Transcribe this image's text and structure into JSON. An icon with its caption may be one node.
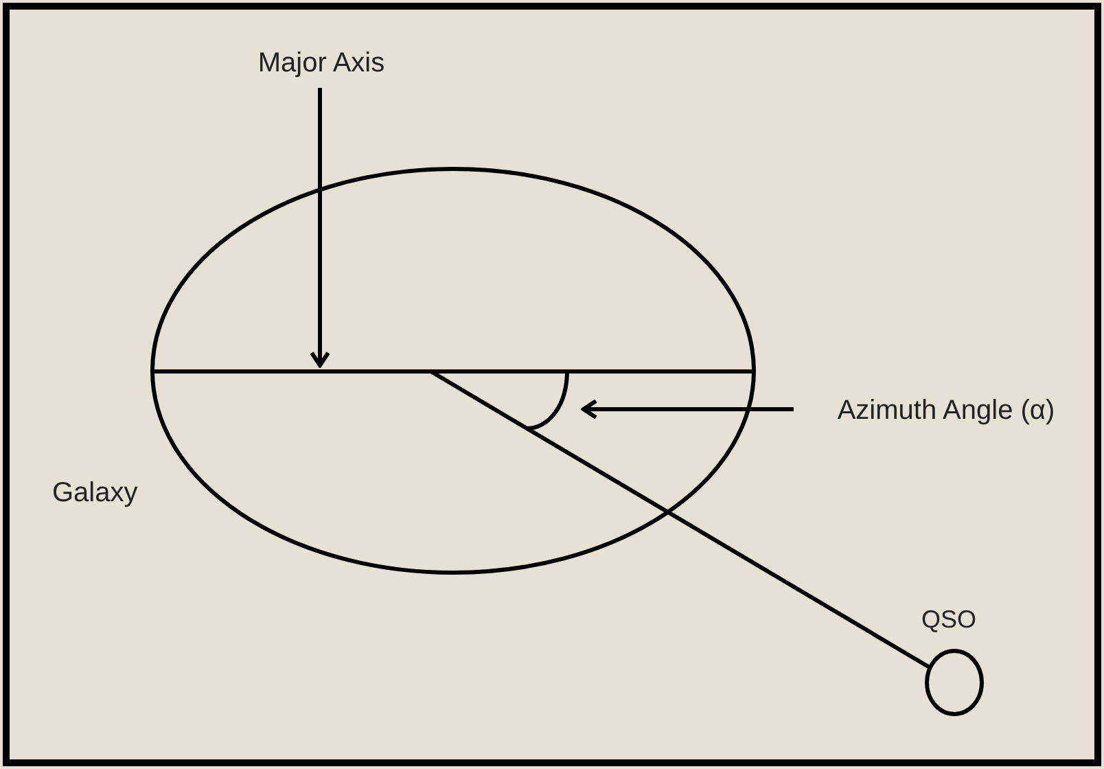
{
  "diagram": {
    "nodes": [
      {
        "text": [
          "Major Axis"
        ]
      },
      {
        "text": [
          "Galaxy"
        ]
      },
      {
        "text": [],
        "shape": "line",
        "in": 1
      },
      {
        "text": [],
        "shape": "arc",
        "in": 1
      },
      {
        "text": [
          "Azimuth Angle (α)"
        ]
      },
      {
        "text": [
          "QSO"
        ]
      }
    ],
    "edges": [
      {
        "from": 0,
        "to": 2,
        "arrow": "to"
      },
      {
        "from": 4,
        "to": 3,
        "arrow": "to"
      },
      {
        "from": 2,
        "to": 5,
        "arrow": "none"
      }
    ]
  }
}
